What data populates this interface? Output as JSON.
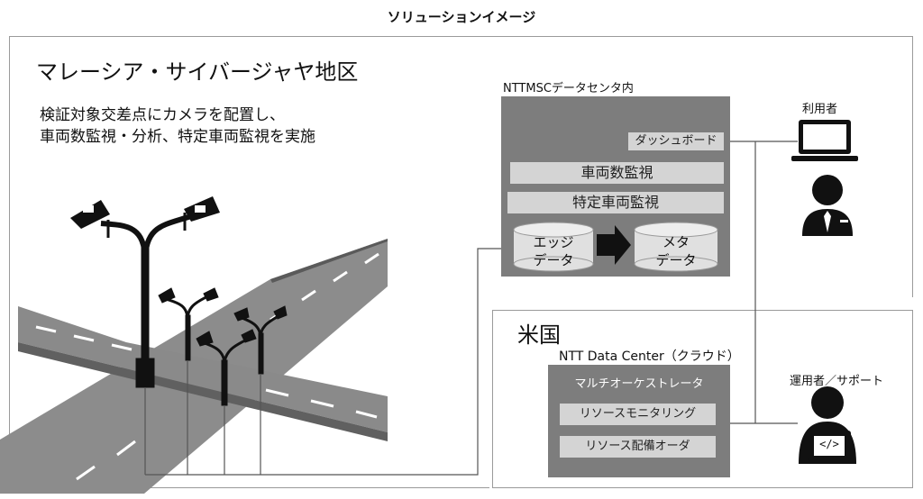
{
  "title": "ソリューションイメージ",
  "malaysia": {
    "label": "マレーシア・サイバージャヤ地区",
    "desc_line1": "検証対象交差点にカメラを配置し、",
    "desc_line2": "車両数監視・分析、特定車両監視を実施"
  },
  "msc": {
    "label": "NTTMSCデータセンタ内",
    "dashboard": "ダッシュボード",
    "vehicle_count": "車両数監視",
    "specific_vehicle": "特定車両監視",
    "edge_data_1": "エッジ",
    "edge_data_2": "データ",
    "meta_data_1": "メタ",
    "meta_data_2": "データ"
  },
  "usa": {
    "label": "米国",
    "dc_label": "NTT Data Center（クラウド）",
    "orchestrator": "マルチオーケストレータ",
    "resource_monitoring": "リソースモニタリング",
    "resource_deploy": "リソース配備オーダ"
  },
  "users": {
    "user_label": "利用者",
    "operator_label": "運用者／サポート",
    "code_glyph": "</>"
  }
}
